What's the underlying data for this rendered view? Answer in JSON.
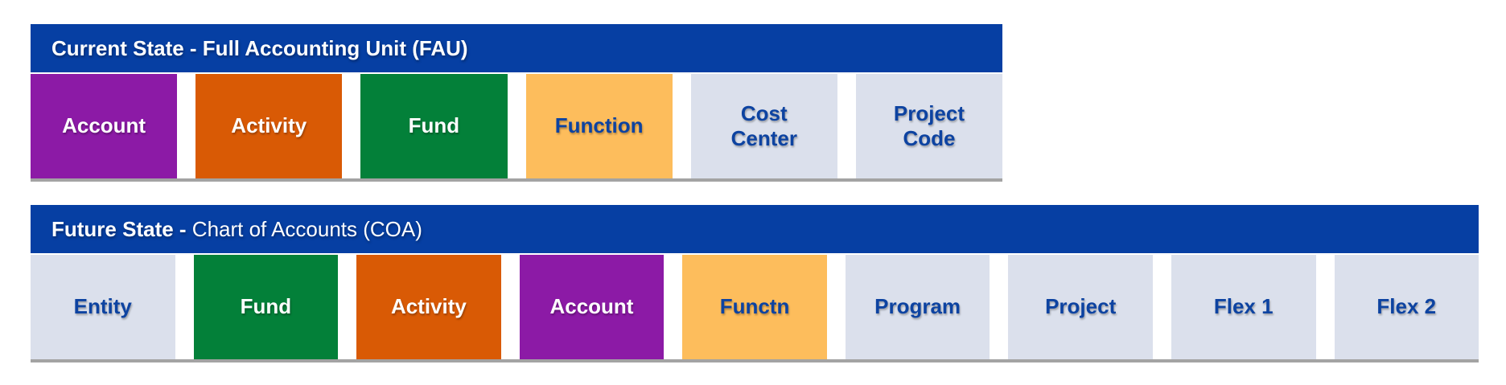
{
  "canvas": {
    "background": "#ffffff"
  },
  "palette": {
    "header_blue": "#063fa3",
    "purple": "#8c1aa6",
    "orange": "#d95a05",
    "green": "#038039",
    "amber": "#fdbd5c",
    "light_gray_blue": "#dbe0ec",
    "label_blue": "#0d43a1",
    "label_white": "#ffffff",
    "row_shadow_gray": "#a3a3a3"
  },
  "sections": [
    {
      "name": "current-state-fau",
      "title_bold": "Current State - Full Accounting Unit (FAU)",
      "title_regular": "",
      "header_bg": "#063fa3",
      "boxes": [
        {
          "label": "Account",
          "bg": "#8c1aa6",
          "fg": "#ffffff"
        },
        {
          "label": "Activity",
          "bg": "#d95a05",
          "fg": "#ffffff"
        },
        {
          "label": "Fund",
          "bg": "#038039",
          "fg": "#ffffff"
        },
        {
          "label": "Function",
          "bg": "#fdbd5c",
          "fg": "#0d43a1"
        },
        {
          "label": "Cost\nCenter",
          "bg": "#dbe0ec",
          "fg": "#0d43a1"
        },
        {
          "label": "Project\nCode",
          "bg": "#dbe0ec",
          "fg": "#0d43a1"
        }
      ]
    },
    {
      "name": "future-state-coa",
      "title_bold": "Future State - ",
      "title_regular": "Chart of Accounts (COA)",
      "header_bg": "#063fa3",
      "boxes": [
        {
          "label": "Entity",
          "bg": "#dbe0ec",
          "fg": "#0d43a1"
        },
        {
          "label": "Fund",
          "bg": "#038039",
          "fg": "#ffffff"
        },
        {
          "label": "Activity",
          "bg": "#d95a05",
          "fg": "#ffffff"
        },
        {
          "label": "Account",
          "bg": "#8c1aa6",
          "fg": "#ffffff"
        },
        {
          "label": "Functn",
          "bg": "#fdbd5c",
          "fg": "#0d43a1"
        },
        {
          "label": "Program",
          "bg": "#dbe0ec",
          "fg": "#0d43a1"
        },
        {
          "label": "Project",
          "bg": "#dbe0ec",
          "fg": "#0d43a1"
        },
        {
          "label": "Flex 1",
          "bg": "#dbe0ec",
          "fg": "#0d43a1"
        },
        {
          "label": "Flex 2",
          "bg": "#dbe0ec",
          "fg": "#0d43a1"
        }
      ]
    }
  ]
}
